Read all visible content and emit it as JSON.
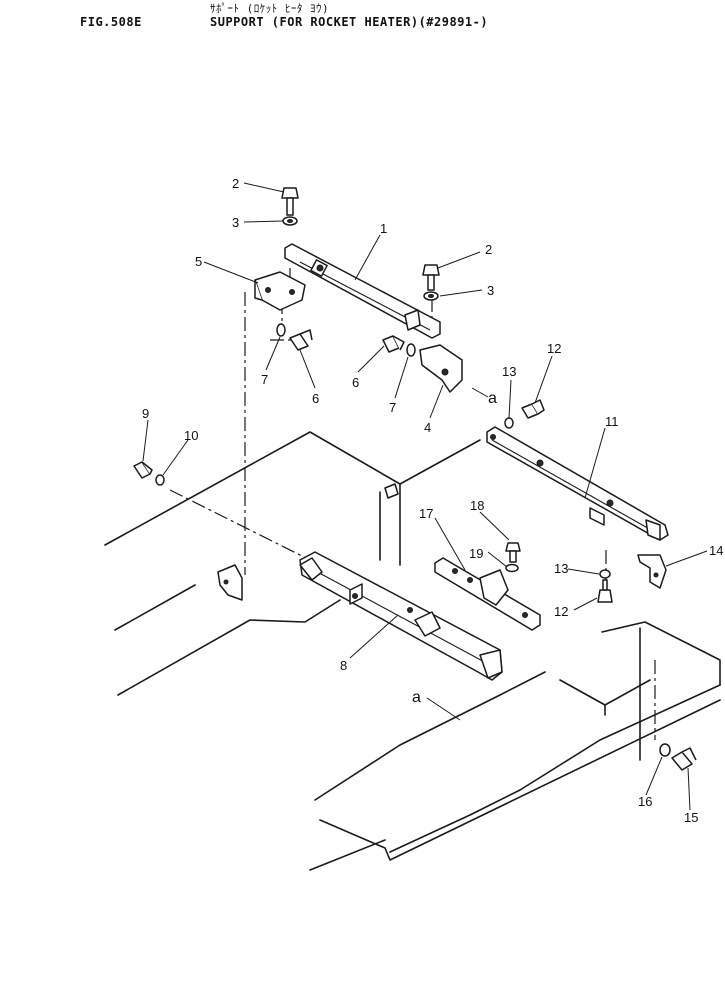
{
  "header": {
    "fig_id": "FIG.508E",
    "title_jp": "ｻﾎﾟｰﾄ (ﾛｹｯﾄ ﾋｰﾀ ﾖｳ)",
    "title_en": "SUPPORT (FOR ROCKET HEATER)(#29891-)"
  },
  "callouts": {
    "c1": "1",
    "c2a": "2",
    "c2b": "2",
    "c3a": "3",
    "c3b": "3",
    "c4": "4",
    "c5": "5",
    "c6a": "6",
    "c6b": "6",
    "c7a": "7",
    "c7b": "7",
    "c8": "8",
    "c9": "9",
    "c10": "10",
    "c11": "11",
    "c12a": "12",
    "c12b": "12",
    "c13a": "13",
    "c13b": "13",
    "c14": "14",
    "c15": "15",
    "c16": "16",
    "c17": "17",
    "c18": "18",
    "c19": "19",
    "ref_a1": "a",
    "ref_a2": "a"
  }
}
